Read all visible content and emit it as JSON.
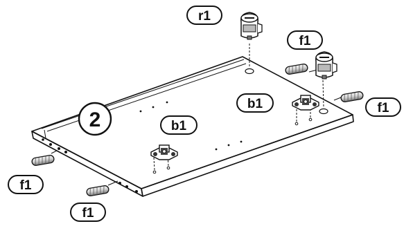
{
  "diagram": {
    "step_number": "2",
    "part_labels": {
      "r1": "r1",
      "f1_top_right": "f1",
      "f1_right": "f1",
      "b1_right": "b1",
      "b1_center": "b1",
      "f1_left": "f1",
      "f1_bottom": "f1"
    },
    "colors": {
      "line": "#111111",
      "panel": "#ffffff",
      "dowel_light": "#f2f2f2",
      "dowel_dark": "#8c8c8c"
    }
  }
}
